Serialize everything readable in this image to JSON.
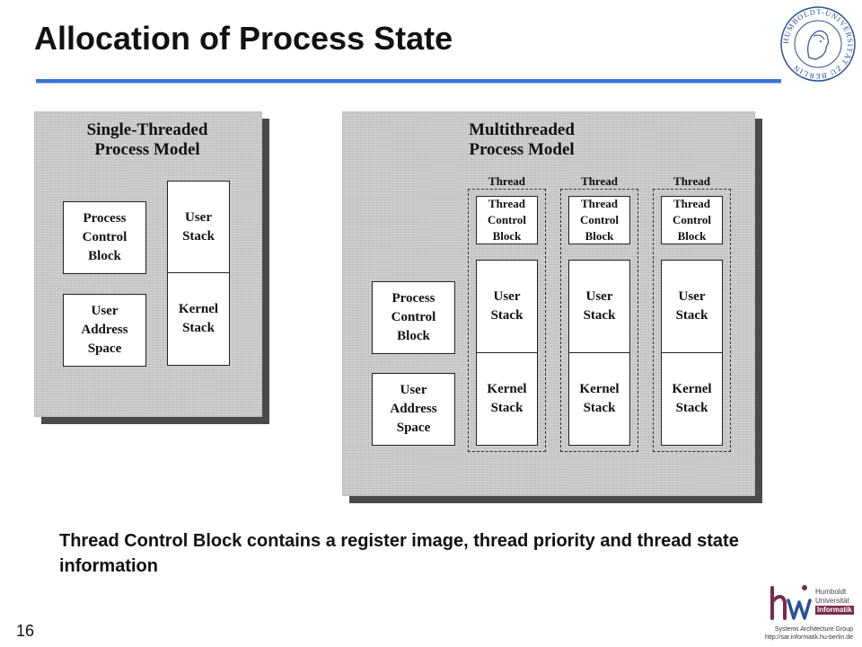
{
  "slide": {
    "title": "Allocation of Process State",
    "caption": "Thread Control Block contains a register image, thread priority and thread state information",
    "page_number": "16",
    "footer_line1": "Systems Architecture Group",
    "footer_line2": "http://sar.informatik.hu-berlin.de"
  },
  "seal": {
    "text": "HUMBOLDT-UNIVERSITÄT ZU BERLIN"
  },
  "logo": {
    "line1": "Humboldt",
    "line2": "Universität",
    "line3": "Informatik"
  },
  "colors": {
    "rule": "#3b6fd8",
    "panel": "#d0d0d0",
    "shadow": "#4b4b4b",
    "logo_accent": "#7a2a4a"
  },
  "single": {
    "heading_line1": "Single-Threaded",
    "heading_line2": "Process Model",
    "pcb": "Process\nControl\nBlock",
    "user_address_space": "User\nAddress\nSpace",
    "user_stack": "User\nStack",
    "kernel_stack": "Kernel\nStack"
  },
  "multi": {
    "heading_line1": "Multithreaded",
    "heading_line2": "Process Model",
    "pcb": "Process\nControl\nBlock",
    "user_address_space": "User\nAddress\nSpace",
    "threads": [
      {
        "label": "Thread",
        "tcb": "Thread\nControl\nBlock",
        "user_stack": "User\nStack",
        "kernel_stack": "Kernel\nStack"
      },
      {
        "label": "Thread",
        "tcb": "Thread\nControl\nBlock",
        "user_stack": "User\nStack",
        "kernel_stack": "Kernel\nStack"
      },
      {
        "label": "Thread",
        "tcb": "Thread\nControl\nBlock",
        "user_stack": "User\nStack",
        "kernel_stack": "Kernel\nStack"
      }
    ]
  }
}
